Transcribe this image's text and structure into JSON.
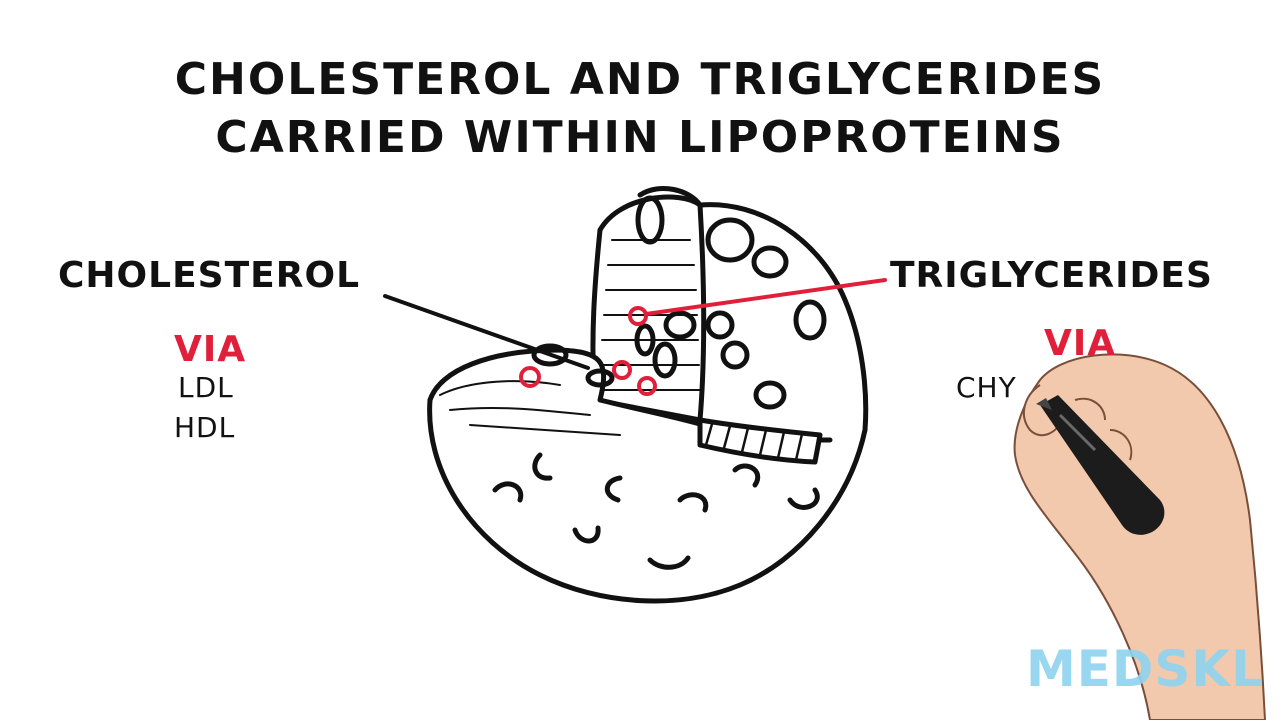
{
  "title": {
    "line1": "CHOLESTEROL AND TRIGLYCERIDES",
    "line2": "CARRIED WITHIN LIPOPROTEINS"
  },
  "left": {
    "label": "CHOLESTEROL",
    "via": "VIA",
    "items": [
      "LDL",
      "HDL"
    ]
  },
  "right": {
    "label": "TRIGLYCERIDES",
    "via": "VIA",
    "items": [
      "CHY"
    ]
  },
  "brand": "MEDSKL",
  "colors": {
    "accent": "#e0203a",
    "ink": "#111111",
    "brand": "#8fd3f0",
    "skin": "#f3c9ae"
  },
  "icons": {
    "diagram": "lipoprotein-cutaway-icon",
    "hand": "hand-with-marker-icon"
  }
}
